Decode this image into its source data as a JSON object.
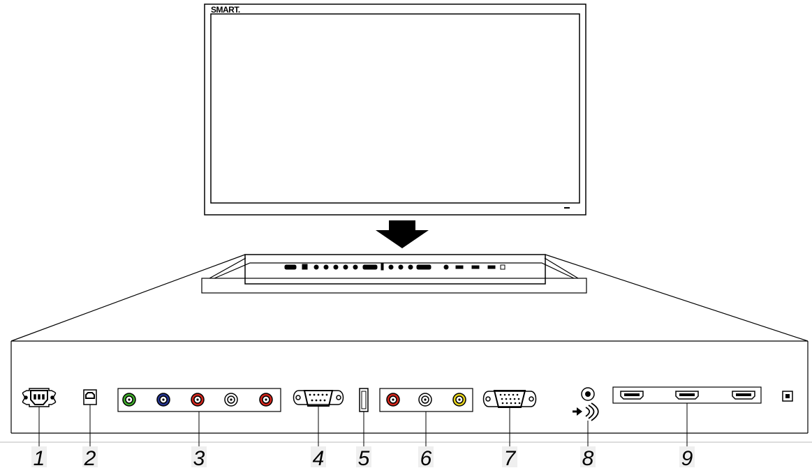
{
  "monitor": {
    "brand": "SMART."
  },
  "callouts": [
    {
      "number": "1",
      "port": "ac-power-inlet"
    },
    {
      "number": "2",
      "port": "usb-b-port"
    },
    {
      "number": "3",
      "port": "component-rca-group"
    },
    {
      "number": "4",
      "port": "serial-db9-port"
    },
    {
      "number": "5",
      "port": "usb-a-port"
    },
    {
      "number": "6",
      "port": "composite-rca-group"
    },
    {
      "number": "7",
      "port": "vga-port"
    },
    {
      "number": "8",
      "port": "audio-in-jack"
    },
    {
      "number": "9",
      "port": "hdmi-group"
    }
  ],
  "colors": {
    "green": "#3fae2a",
    "blue": "#24348f",
    "red": "#d4261c",
    "yellow": "#e8d51a",
    "outline": "#000000",
    "callout_box": "#efefef"
  },
  "icons": {
    "down-arrow": "arrow-down-icon",
    "audio-in": "audio-in-icon"
  }
}
